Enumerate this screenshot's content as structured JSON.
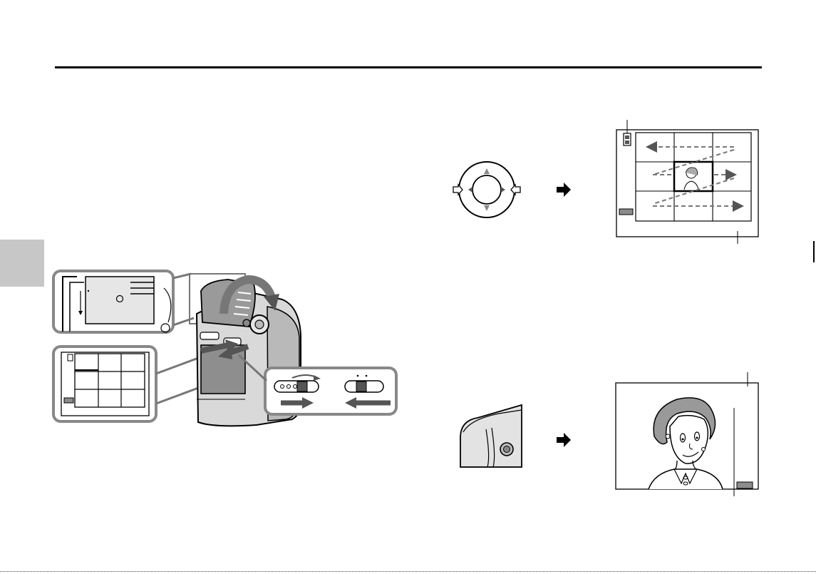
{
  "page": {
    "heading_text": "",
    "body_text": ""
  },
  "illustrations": {
    "camera_open_monitor": {
      "icon": "camcorder-lcd-open-icon"
    },
    "mode_switch_detail": {
      "icon": "slide-switch-icon"
    },
    "thumbnail_index_screen": {
      "icon": "thumbnail-grid-icon",
      "rows": 3,
      "cols": 3
    },
    "arrow_pad": {
      "icon": "four-way-arrow-pad-icon"
    },
    "index_scan_screen": {
      "icon": "index-scan-grid-icon",
      "rows": 3,
      "cols": 3
    },
    "camera_top_button": {
      "icon": "camcorder-top-button-icon"
    },
    "full_frame_screen": {
      "icon": "full-frame-portrait-icon"
    }
  },
  "colors": {
    "ink": "#000000",
    "tab_gray": "#c7c7c7",
    "camera_gray": "#9a9a9a",
    "battery_gray": "#8c8c8c",
    "arrow_dark": "#555555"
  }
}
